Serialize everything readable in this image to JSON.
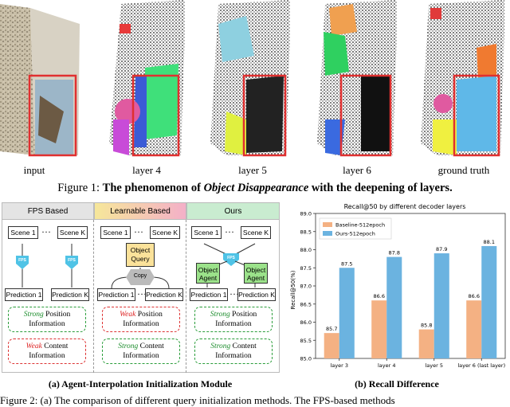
{
  "figure1": {
    "labels": [
      "input",
      "layer 4",
      "layer 5",
      "layer 6",
      "ground truth"
    ],
    "caption_prefix": "Figure 1:",
    "caption_bold1": "The phenomenon of",
    "caption_italic": "Object Disappearance",
    "caption_bold2": "with the deepening of layers."
  },
  "diagram": {
    "columns": [
      "FPS Based",
      "Learnable Based",
      "Ours"
    ],
    "fps": {
      "scene1": "Scene 1",
      "dots": "···",
      "sceneK": "Scene K",
      "fps_label": "FPS",
      "pred1": "Prediction 1",
      "predK": "Prediction K",
      "info1_strong": "Strong",
      "info1_rest1": "Position",
      "info1_rest2": "Information",
      "info2_weak": "Weak",
      "info2_rest1": "Content",
      "info2_rest2": "Information"
    },
    "learn": {
      "scene1": "Scene 1",
      "sceneK": "Scene K",
      "query1": "Object",
      "query2": "Query",
      "copy": "Copy",
      "pred1": "Prediction 1",
      "predK": "Prediction K",
      "info1_weak": "Weak",
      "info1_rest1": "Position",
      "info1_rest2": "Information",
      "info2_strong": "Strong",
      "info2_rest1": "Content",
      "info2_rest2": "Information"
    },
    "ours": {
      "scene1": "Scene 1",
      "sceneK": "Scene K",
      "fps_label": "FPS",
      "agent1a": "Object",
      "agent1b": "Agent",
      "agent2a": "Object",
      "agent2b": "Agent",
      "pred1": "Prediction 1",
      "predK": "Prediction K",
      "info1_strong": "Strong",
      "info1_rest1": "Position",
      "info1_rest2": "Information",
      "info2_strong": "Strong",
      "info2_rest1": "Content",
      "info2_rest2": "Information"
    },
    "subcaption": "(a) Agent-Interpolation Initialization Module"
  },
  "chart_data": {
    "type": "bar",
    "title": "Recall@50 by different decoder layers",
    "ylabel": "Recall@50(%)",
    "xlabel": "",
    "categories": [
      "layer 3",
      "layer 4",
      "layer 5",
      "layer 6 (last layer)"
    ],
    "series": [
      {
        "name": "Baseline-512epoch",
        "values": [
          85.7,
          86.6,
          85.8,
          86.6
        ],
        "color": "#f4b183"
      },
      {
        "name": "Ours-512epoch",
        "values": [
          87.5,
          87.8,
          87.9,
          88.1
        ],
        "color": "#6bb3e0"
      }
    ],
    "ylim": [
      85.0,
      89.0
    ],
    "yticks": [
      "85.0",
      "85.5",
      "86.0",
      "86.5",
      "87.0",
      "87.5",
      "88.0",
      "88.5",
      "89.0"
    ],
    "legend": "top-left",
    "subcaption": "(b) Recall Difference"
  },
  "figure2": {
    "caption": "Figure 2: (a) The comparison of different query initialization methods. The FPS-based methods"
  }
}
